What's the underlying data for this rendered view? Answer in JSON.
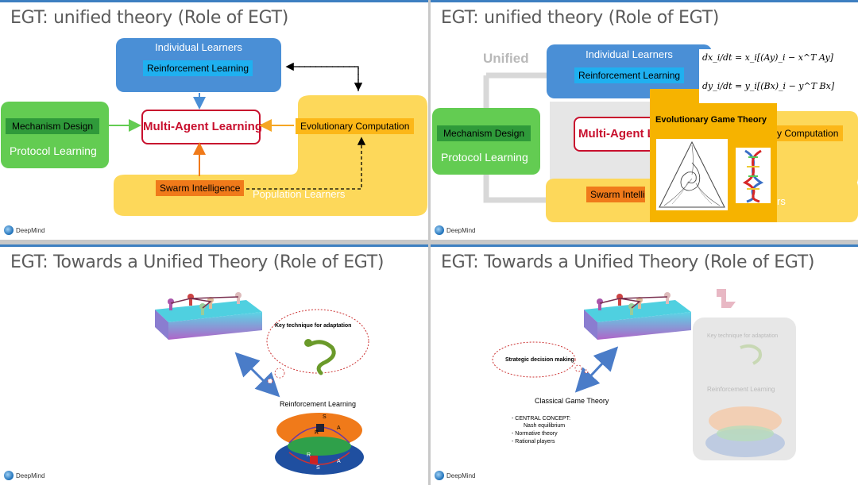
{
  "brand": "DeepMind",
  "panels": {
    "tl": {
      "title": "EGT: unified theory (Role of EGT)",
      "individual_learners": "Individual Learners",
      "reinforcement_learning": "Reinforcement Learning",
      "mechanism_design": "Mechanism Design",
      "protocol_learning": "Protocol Learning",
      "multi_agent_learning": "Multi-Agent Learning",
      "evolutionary_computation": "Evolutionary Computation",
      "swarm_intelligence": "Swarm Intelligence",
      "population_learners": "Population Learners"
    },
    "tr": {
      "title": "EGT: unified theory (Role of EGT)",
      "unified": "Unified",
      "individual_learners": "Individual Learners",
      "reinforcement_learning": "Reinforcement Learning",
      "mechanism_design": "Mechanism Design",
      "protocol_learning": "Protocol Learning",
      "multi_agent_learning": "Multi-Agent L",
      "evolutionary_computation": "ry Computation",
      "swarm_intelligence": "Swarm Intelli",
      "population_fragment": "rs",
      "egt_title": "Evolutionary Game Theory",
      "eq1_lhs": "dx_i/dt",
      "eq1_rhs": "= x_i[(Ay)_i − x^T Ay]",
      "eq2_lhs": "dy_i/dt",
      "eq2_rhs": "= y_i[(Bx)_i − y^T Bx]"
    },
    "bl": {
      "title": "EGT: Towards a Unified Theory (Role of EGT)",
      "key_technique": "Key technique for adaptation",
      "reinforcement_learning": "Reinforcement Learning",
      "s_top": "S",
      "r_mid": "R",
      "a_mid": "A",
      "r_low": "R",
      "a_low": "A",
      "s_low": "S"
    },
    "br": {
      "title": "EGT: Towards a Unified Theory (Role of EGT)",
      "strategic_decision": "Strategic decision making",
      "classical_game_theory": "Classical Game Theory",
      "bullet1": "- CENTRAL CONCEPT:",
      "bullet1b": "Nash equilibrium",
      "bullet2": "- Normative theory",
      "bullet3": "- Rational players",
      "faded_key_technique": "Key technique for adaptation",
      "faded_reinforcement": "Reinforcement Learning"
    }
  },
  "colors": {
    "accent_bar": "#3d7fc1",
    "blue_box": "#4a8fd6",
    "green_box": "#63cc52",
    "yellow_box": "#fdd85a",
    "orange_box": "#f07a1a",
    "red_border": "#c8102e",
    "egt_yellow": "#f6b300"
  }
}
